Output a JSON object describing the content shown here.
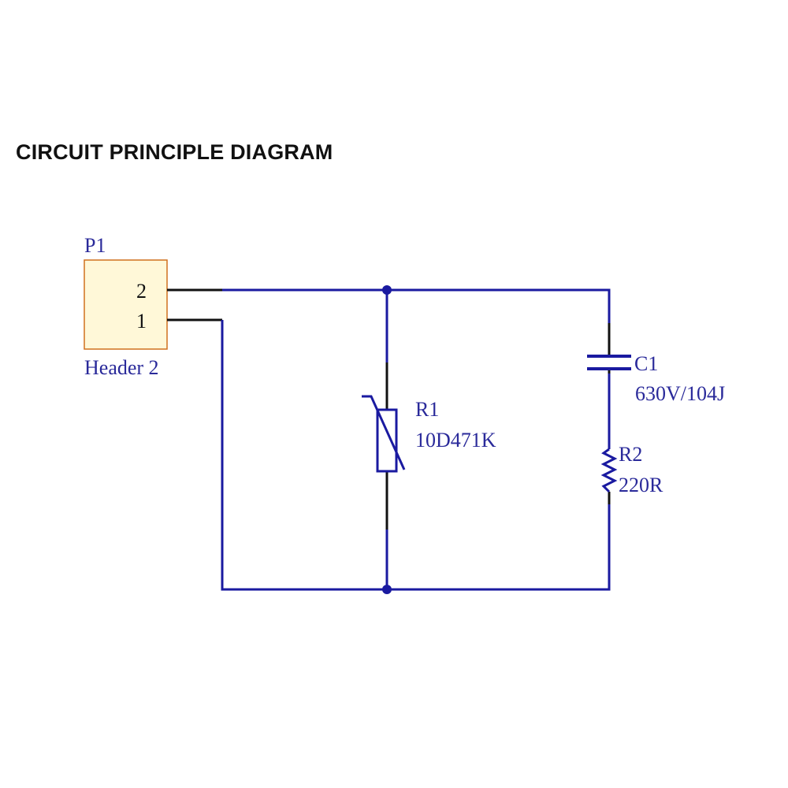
{
  "title": "CIRCUIT PRINCIPLE DIAGRAM",
  "colors": {
    "wire": "#1a1aa0",
    "lead": "#111111",
    "label": "#2a2a9a",
    "pin_text": "#111111",
    "header_fill": "#fff8d8",
    "header_border": "#d0701e",
    "varistor_body": "#1a1aa0"
  },
  "connector": {
    "designator": "P1",
    "name": "Header 2",
    "pins": [
      "2",
      "1"
    ]
  },
  "varistor": {
    "designator": "R1",
    "value": "10D471K",
    "icon": "varistor-icon"
  },
  "capacitor": {
    "designator": "C1",
    "value": "630V/104J",
    "icon": "capacitor-icon"
  },
  "resistor": {
    "designator": "R2",
    "value": "220R",
    "icon": "resistor-icon"
  },
  "junction_icon": "junction-dot-icon"
}
